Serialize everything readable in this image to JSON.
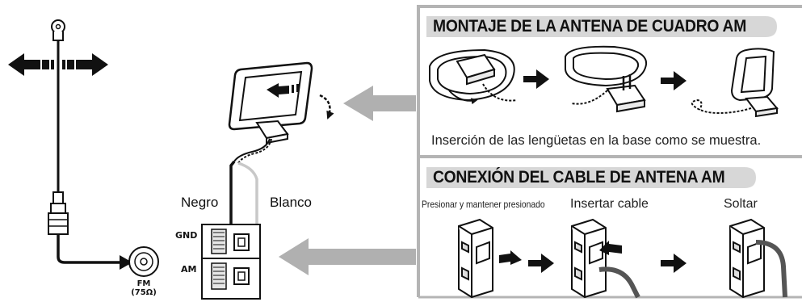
{
  "assembly": {
    "title": "MONTAJE DE LA ANTENA DE CUADRO AM",
    "caption": "Inserción de las lengüetas en la base como se muestra."
  },
  "connection": {
    "title": "CONEXIÓN DEL CABLE DE ANTENA AM",
    "steps": [
      "Presionar y mantener presionado",
      "Insertar cable",
      "Soltar"
    ]
  },
  "wires": {
    "black": "Negro",
    "white": "Blanco"
  },
  "terminals": {
    "gnd": "GND",
    "am": "AM",
    "fm": "FM",
    "fm_impedance": "(75Ω)"
  },
  "colors": {
    "panel_border": "#b4b4b4",
    "title_bar": "#d7d7d7",
    "arrow_gray": "#b0b0b0",
    "ink": "#1a1a1a"
  }
}
